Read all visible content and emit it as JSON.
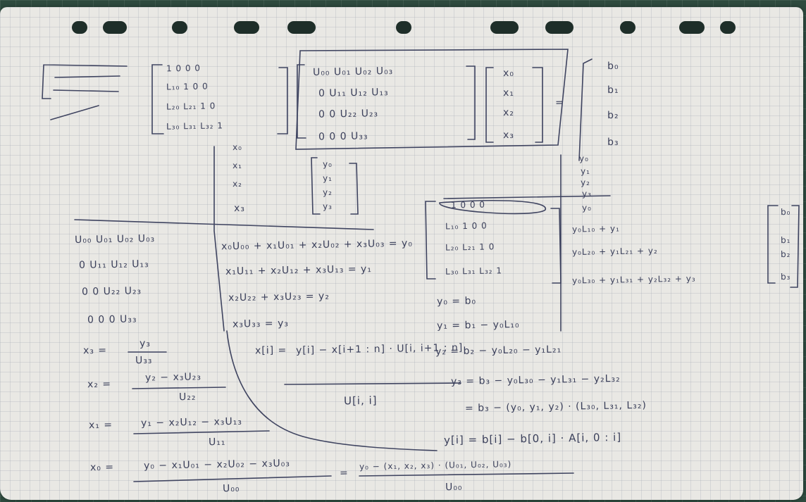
{
  "matrix_L": {
    "r0": "1    0    0    0",
    "r1": "L₁₀  1    0    0",
    "r2": "L₂₀  L₂₁  1    0",
    "r3": "L₃₀  L₃₁  L₃₂  1"
  },
  "matrix_U": {
    "r0": "U₀₀  U₀₁  U₀₂  U₀₃",
    "r1": "0   U₁₁  U₁₂  U₁₃",
    "r2": "0    0   U₂₂  U₂₃",
    "r3": "0    0    0   U₃₃"
  },
  "vec_x": [
    "x₀",
    "x₁",
    "x₂",
    "x₃"
  ],
  "vec_b": [
    "b₀",
    "b₁",
    "b₂",
    "b₃"
  ],
  "vec_y": [
    "y₀",
    "y₁",
    "y₂",
    "y₃"
  ],
  "equals": "=",
  "y_col": [
    "y₀",
    "y₁",
    "y₂",
    "y₃",
    "y₀"
  ],
  "left_x": [
    "x₀",
    "x₁",
    "x₂",
    "x₃"
  ],
  "upper_rows": [
    "U₀₀   U₀₁   U₀₂   U₀₃",
    "0     U₁₁   U₁₂   U₁₃",
    "0     0     U₂₂   U₂₃",
    "0     0     0     U₃₃"
  ],
  "upper_eqs": [
    "x₀U₀₀ + x₁U₀₁ + x₂U₀₂ + x₃U₀₃ = y₀",
    "x₁U₁₁ + x₂U₁₂ + x₃U₁₃ = y₁",
    "x₂U₂₂ + x₃U₂₃ = y₂",
    "x₃U₃₃ = y₃"
  ],
  "lower_rows": [
    "1    0    0    0",
    "L₁₀   1    0    0",
    "L₂₀   L₂₁   1    0",
    "L₃₀   L₃₁   L₃₂   1"
  ],
  "lower_eqs": [
    "y₀L₁₀ + y₁",
    "y₀L₂₀ + y₁L₂₁ + y₂",
    "y₀L₃₀ + y₁L₃₁ + y₂L₃₂ + y₃"
  ],
  "rhs_b": [
    "b₀",
    "b₁",
    "b₂",
    "b₃"
  ],
  "x_solutions": [
    {
      "lhs": "x₃ =",
      "num": "y₃",
      "den": "U₃₃"
    },
    {
      "lhs": "x₂ =",
      "num": "y₂ − x₃U₂₃",
      "den": "U₂₂"
    },
    {
      "lhs": "x₁ =",
      "num": "y₁ − x₂U₁₂ − x₃U₁₃",
      "den": "U₁₁"
    },
    {
      "lhs": "x₀ =",
      "num": "y₀ − x₁U₀₁ − x₂U₀₂ − x₃U₀₃",
      "den": "U₀₀"
    }
  ],
  "general_x": {
    "lhs": "x[i] =",
    "num": "y[i] − x[i+1 : n] · U[i, i+1 : n]",
    "den": "U[i, i]"
  },
  "y_solutions": [
    "y₀ = b₀",
    "y₁ = b₁ − y₀L₁₀",
    "y₂ = b₂ − y₀L₂₀ − y₁L₂₁",
    "y₃ = b₃ − y₀L₃₀ − y₁L₃₁ − y₂L₃₂",
    "= b₃ − (y₀, y₁, y₂) · (L₃₀, L₃₁, L₃₂)"
  ],
  "general_y": "y[i] = b[i] − b[0, i] · A[i, 0 : i]",
  "x0_vector_form": {
    "eq": "=",
    "num": "y₀ − (x₁, x₂, x₃) · (U₀₁, U₀₂, U₀₃)",
    "den": "U₀₀"
  }
}
